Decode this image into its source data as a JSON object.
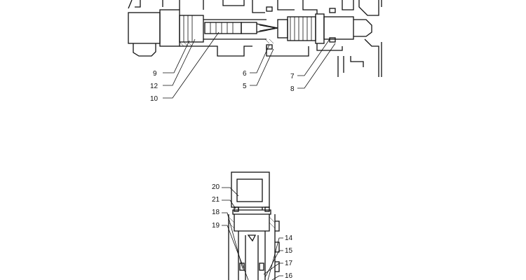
{
  "diagram": {
    "callouts_top": [
      "9",
      "12",
      "10",
      "6",
      "5",
      "7",
      "8"
    ],
    "callouts_bottom": [
      "20",
      "21",
      "18",
      "19",
      "14",
      "15",
      "17",
      "16"
    ]
  }
}
